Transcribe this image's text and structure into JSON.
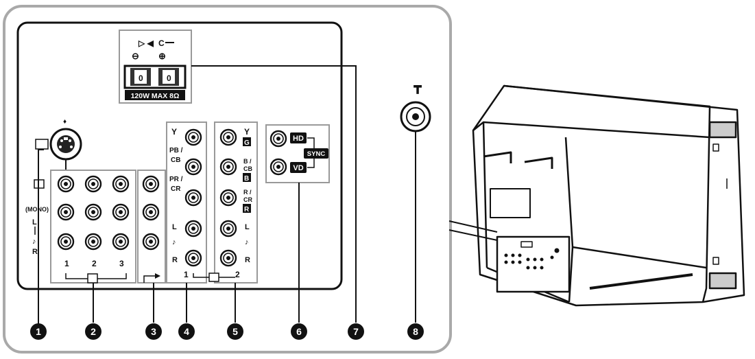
{
  "callouts": [
    "1",
    "2",
    "3",
    "4",
    "5",
    "6",
    "7",
    "8"
  ],
  "speaker": {
    "c_label": "C",
    "minus": "⊖",
    "plus": "⊕",
    "terminal_a": "0",
    "terminal_b": "0",
    "rating": "120W MAX 8Ω"
  },
  "group_left": {
    "mono": "(MONO)",
    "l": "L",
    "r": "R",
    "col_numbers": [
      "1",
      "2",
      "3"
    ]
  },
  "group_component1": {
    "labels": [
      "Y",
      "PB /",
      "CB",
      "PR /",
      "CR",
      "L",
      "R"
    ],
    "number": "1"
  },
  "group_component2": {
    "labels": [
      "Y",
      "G",
      "B /",
      "CB",
      "B",
      "R /",
      "CR",
      "R",
      "L",
      "R"
    ],
    "number": "2"
  },
  "sync_group": {
    "hd": "HD",
    "vd": "VD",
    "sync": "SYNC"
  },
  "antenna_symbol": "┳",
  "colors": {
    "line": "#111111",
    "border": "#9a9a9a",
    "panel_bg": "#ffffff"
  }
}
